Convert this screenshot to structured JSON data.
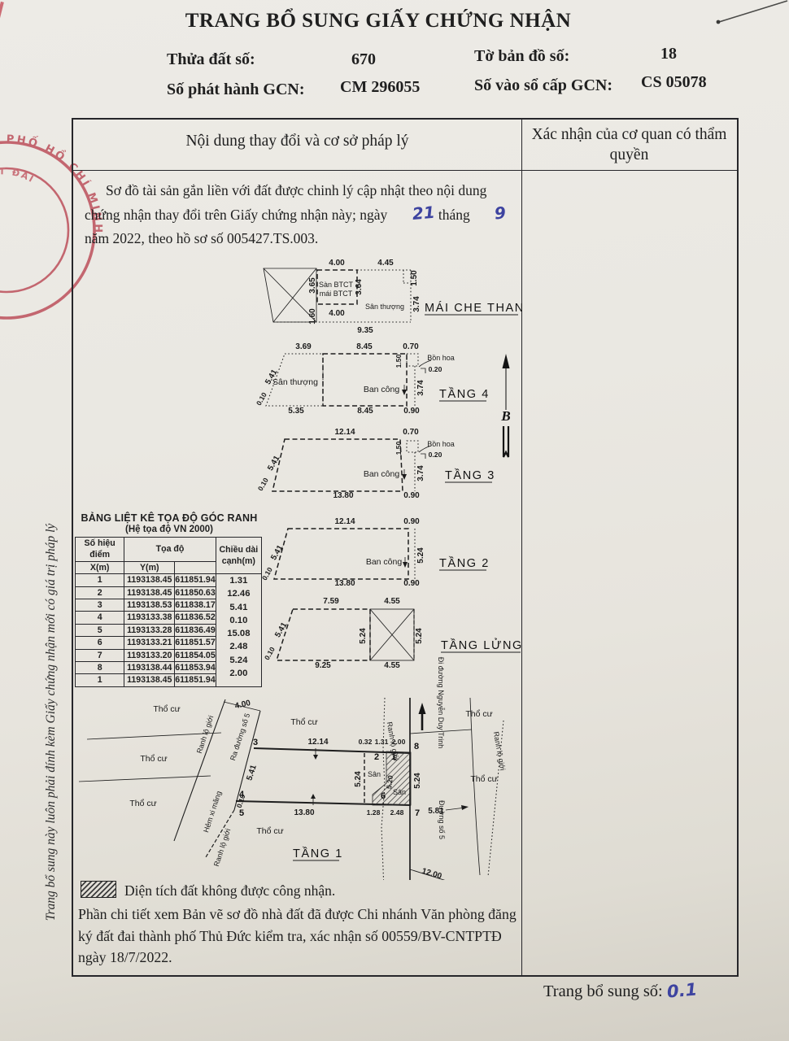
{
  "header": {
    "title": "TRANG BỔ SUNG GIẤY CHỨNG NHẬN",
    "thua_dat_label": "Thửa đất số:",
    "thua_dat_value": "670",
    "to_ban_do_label": "Tờ bản đồ số:",
    "to_ban_do_value": "18",
    "so_phat_hanh_label": "Số phát hành GCN:",
    "so_phat_hanh_value": "CM 296055",
    "so_vao_so_label": "Số vào sổ cấp GCN:",
    "so_vao_so_value": "CS 05078"
  },
  "table": {
    "left_header": "Nội dung thay đổi và cơ sở pháp lý",
    "right_header": "Xác nhận của cơ quan có thẩm quyền"
  },
  "note": {
    "part1": "Sơ đồ tài sản gắn liền với đất được chinh lý cập nhật theo nội dung chứng nhận thay đổi trên Giấy chứng nhận này; ngày",
    "day": "21",
    "part2": "tháng",
    "month": "9",
    "part3": "năm 2022, theo hồ sơ số 005427.TS.003."
  },
  "coord": {
    "title": "BẢNG LIỆT KÊ TỌA ĐỘ GÓC RANH",
    "subtitle": "(Hệ tọa độ VN 2000)",
    "h_point1": "Số hiệu",
    "h_point2": "điểm",
    "h_toado": "Tọa độ",
    "h_x": "X(m)",
    "h_y": "Y(m)",
    "h_len1": "Chiều dài",
    "h_len2": "cạnh(m)",
    "rows": [
      {
        "p": "1",
        "x": "1193138.45",
        "y": "611851.94"
      },
      {
        "p": "2",
        "x": "1193138.45",
        "y": "611850.63"
      },
      {
        "p": "3",
        "x": "1193138.53",
        "y": "611838.17"
      },
      {
        "p": "4",
        "x": "1193133.38",
        "y": "611836.52"
      },
      {
        "p": "5",
        "x": "1193133.28",
        "y": "611836.49"
      },
      {
        "p": "6",
        "x": "1193133.21",
        "y": "611851.57"
      },
      {
        "p": "7",
        "x": "1193133.20",
        "y": "611854.05"
      },
      {
        "p": "8",
        "x": "1193138.44",
        "y": "611853.94"
      },
      {
        "p": "1",
        "x": "1193138.45",
        "y": "611851.94"
      }
    ],
    "edges": [
      "1.31",
      "12.46",
      "5.41",
      "0.10",
      "15.08",
      "2.48",
      "5.24",
      "2.00"
    ]
  },
  "plans": {
    "north_letter": "B",
    "mct": {
      "title": "MÁI CHE THANG",
      "dims": [
        "4.00",
        "4.45",
        "1.50",
        "3.74",
        "3.65",
        "3.64",
        "1.60",
        "4.00",
        "9.35"
      ],
      "labels": [
        "Sàn BTCT",
        "mái BTCT",
        "Sân thượng"
      ]
    },
    "t4": {
      "title": "TẦNG 4",
      "dims": [
        "3.69",
        "8.45",
        "0.70",
        "1.50",
        "0.20",
        "3.74",
        "5.41",
        "0.10",
        "5.35",
        "8.45",
        "0.90"
      ],
      "labels": [
        "Sân thượng",
        "Ban công",
        "Bồn hoa"
      ]
    },
    "t3": {
      "title": "TẦNG 3",
      "dims": [
        "12.14",
        "0.70",
        "1.50",
        "0.20",
        "3.74",
        "5.41",
        "0.10",
        "13.80",
        "0.90"
      ],
      "labels": [
        "Ban công",
        "Bồn hoa"
      ]
    },
    "t2": {
      "title": "TẦNG 2",
      "dims": [
        "12.14",
        "0.90",
        "5.24",
        "5.41",
        "0.10",
        "13.80",
        "0.90"
      ],
      "labels": [
        "Ban công"
      ]
    },
    "tl": {
      "title": "TẦNG LỬNG",
      "dims": [
        "7.59",
        "4.55",
        "5.41",
        "0.10",
        "5.24",
        "5.24",
        "9.25",
        "4.55"
      ]
    },
    "t1": {
      "title": "TẦNG 1",
      "tho_cu": "Thổ cư",
      "ranh": "Ranh lộ giới",
      "ra_duong": "Ra đường số 5",
      "hem": "Hẻm xi măng",
      "san": "Sân",
      "street1": "Đi đường Nguyễn Duy Trinh",
      "street2": "Đường số 5",
      "points": [
        "3",
        "8",
        "2",
        "1",
        "4",
        "5",
        "6",
        "7"
      ],
      "dims": [
        "4.00",
        "12.14",
        "0.32",
        "1.31",
        "2.00",
        "5.41",
        "0.10",
        "5.24",
        "13.80",
        "1.28",
        "2.48",
        "5.20",
        "5.24",
        "5.81",
        "12.00"
      ]
    }
  },
  "legend": {
    "hatch_label": "Diện tích đất không được công nhận.",
    "detail": "Phần chi tiết xem Bản vẽ sơ đồ nhà đất đã được Chi nhánh Văn phòng đăng ký đất đai thành phố Thủ Đức kiểm tra, xác nhận số 00559/BV-CNTPTĐ ngày 18/7/2022."
  },
  "footer": {
    "label": "Trang bổ sung số:",
    "value": "0.1"
  },
  "side_note": "Trang bổ sung này luôn phải đính kèm Giấy chứng nhận mới có giá trị pháp lý",
  "stamp": {
    "arc_text": "THÀNH PHỐ HỒ CHÍ MINH",
    "inner_text": "ĐẤT ĐAI"
  }
}
